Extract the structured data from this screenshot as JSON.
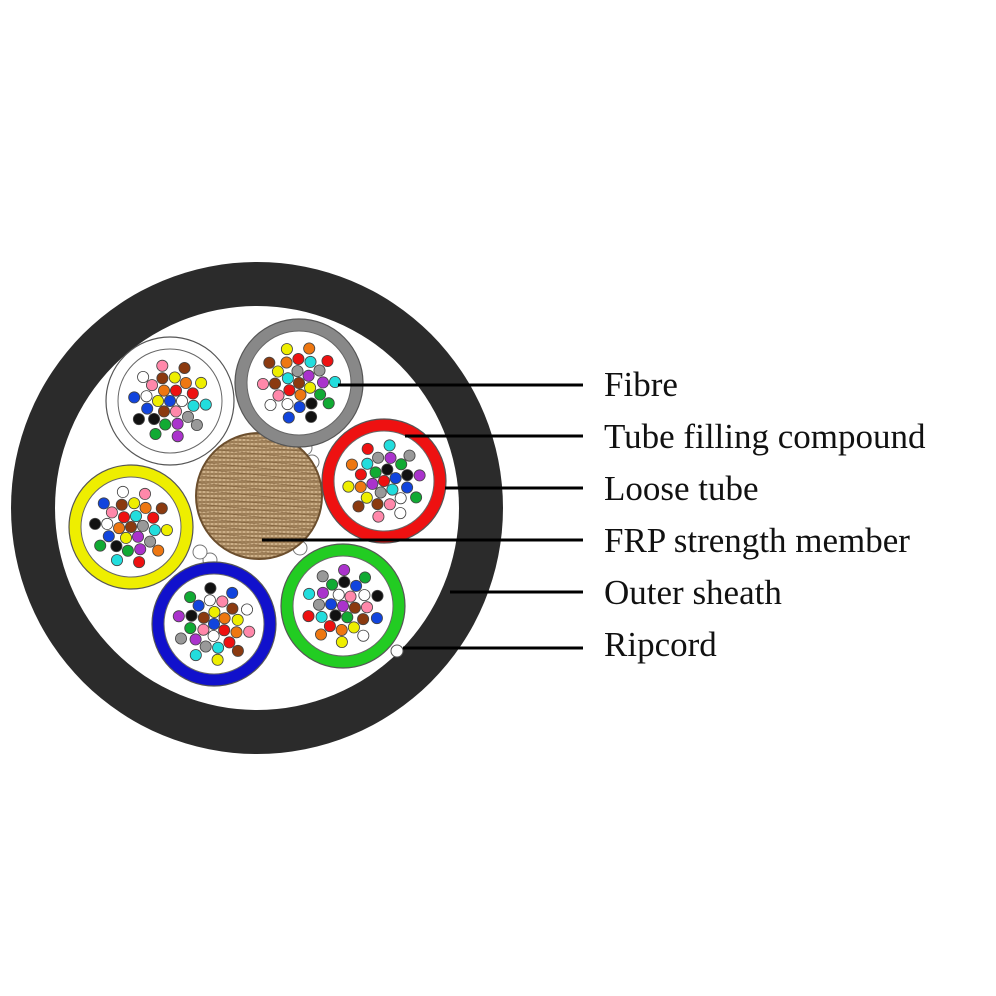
{
  "labels": [
    {
      "id": "fibre",
      "text": "Fibre"
    },
    {
      "id": "filling",
      "text": "Tube filling compound"
    },
    {
      "id": "tube",
      "text": "Loose tube"
    },
    {
      "id": "frp",
      "text": "FRP strength member"
    },
    {
      "id": "sheath",
      "text": "Outer sheath"
    },
    {
      "id": "ripcord",
      "text": "Ripcord"
    }
  ],
  "colors": {
    "sheath": "#2b2b2b",
    "frp": "#c8a77a",
    "frp_weave": "#7a5a36",
    "leader": "#000000",
    "tube_colors": [
      "#888888",
      "#ee1111",
      "#22cc22",
      "#1111cc",
      "#eeee00",
      "#ffffff"
    ],
    "fibre_colors": [
      "#1144dd",
      "#ee7711",
      "#11aa33",
      "#8b3a10",
      "#999999",
      "#ffffff",
      "#ee1111",
      "#111111",
      "#eeee00",
      "#aa33cc",
      "#ff88aa",
      "#22dddd"
    ]
  },
  "icons": {
    "tube_fill": "tube-filling-compound",
    "fibre": "fibre-dot"
  }
}
